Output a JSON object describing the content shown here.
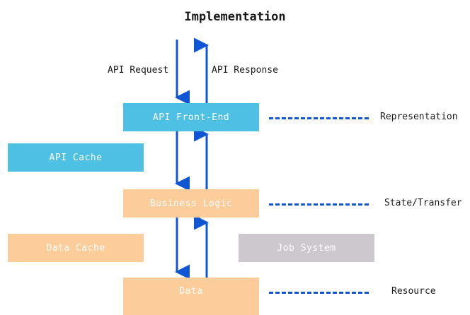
{
  "title": "Implementation",
  "colors": {
    "cyan": "#4dc0e4",
    "peach": "#fccd9a",
    "gray": "#ccc8ce",
    "arrow_blue": "#1055d4",
    "dash_blue": "#1055d4",
    "text_dark": "#1a1a1a",
    "box_text": "#ffffff",
    "background": "#ffffff"
  },
  "flow_labels": {
    "request": "API Request",
    "response": "API Response"
  },
  "boxes": {
    "api_front_end": "API Front-End",
    "api_cache": "API Cache",
    "business_logic": "Business Logic",
    "data_cache": "Data Cache",
    "job_system": "Job System",
    "data": "Data"
  },
  "tier_labels": {
    "representation": "Representation",
    "state_transfer": "State/Transfer",
    "resource": "Resource"
  }
}
